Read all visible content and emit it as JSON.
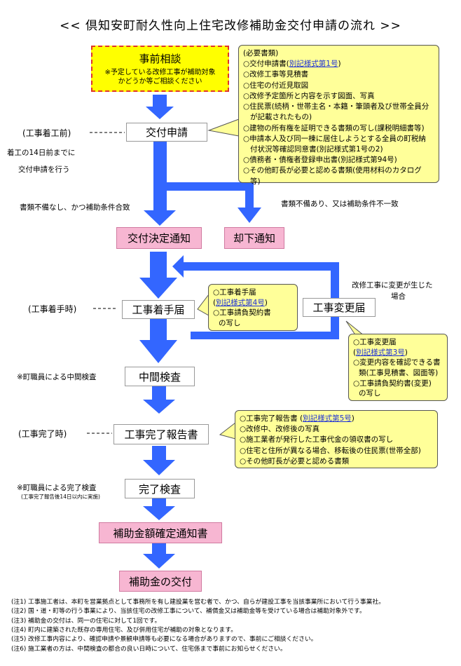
{
  "title": "<< 倶知安町耐久性向上住宅改修補助金交付申請の流れ >>",
  "colors": {
    "arrow": "#3366ff",
    "pink": "#f7b6d2",
    "yellow": "#ffff00",
    "callout": "#ffff99",
    "link": "#1c2fd6"
  },
  "steps": {
    "consult": {
      "title": "事前相談",
      "note": "※予定している改修工事が補助対象かどうか等ご相談ください"
    },
    "application": "交付申請",
    "decision": "交付決定通知",
    "rejection": "却下通知",
    "start": "工事着手届",
    "change": "工事変更届",
    "midcheck": "中間検査",
    "report": "工事完了報告書",
    "finalcheck": "完了検査",
    "confirm": "補助金額確定通知書",
    "payment": "補助金の交付"
  },
  "side_notes": {
    "before_start": "(工事着工前)",
    "deadline1": "着工の14日前までに",
    "deadline2": "交付申請を行う",
    "ok": "書類不備なし、かつ補助条件合致",
    "ng": "書類不備あり、又は補助条件不一致",
    "on_start": "(工事着手時)",
    "change_case1": "改修工事に変更が生じた",
    "change_case2": "場合",
    "mid_inspection": "※町職員による中間検査",
    "on_complete": "(工事完了時)",
    "final_inspection": "※町職員による完了検査",
    "final_inspection_sub": "(工事完了報告後14日以内に実施)"
  },
  "docs_application": {
    "heading": "(必要書類)",
    "l1a": "○交付申請書(",
    "l1b": "別記様式第1号",
    "l1c": ")",
    "l2": "○改修工事等見積書",
    "l3": "○住宅の付近見取図",
    "l4": "○改修予定箇所と内容を示す図面、写真",
    "l5": "○住民票(続柄・世帯主名・本籍・筆頭者及び世帯全員分",
    "l6": "が記載されたもの)",
    "l7": "○建物の所有権を証明できる書類の写し(課税明細書等)",
    "l8": "○申請本人及び同一棟に居住しようとする全員の町税納",
    "l9": "付状況等確認同意書(別記様式第1号の2)",
    "l10": "○債務者・債権者登録申出書(別記様式第94号)",
    "l11": "○その他町長が必要と認める書類(使用材料のカタログ",
    "l12": "等)"
  },
  "docs_start": {
    "l1": "○工事着手届",
    "l2a": "(",
    "l2b": "別記様式第4号",
    "l2c": ")",
    "l3": "○工事請負契約書",
    "l4": "の写し"
  },
  "docs_change": {
    "l1": "○工事変更届",
    "l2a": "(",
    "l2b": "別記様式第3号",
    "l2c": ")",
    "l3": "○変更内容を確認できる書",
    "l4": "類(工事見積書、図面等)",
    "l5": "○工事請負契約書(変更)",
    "l6": "の写し"
  },
  "docs_report": {
    "l1a": "○工事完了報告書 (",
    "l1b": "別記様式第5号",
    "l1c": ")",
    "l2": "○改修中、改修後の写真",
    "l3": "○施工業者が発行した工事代金の領収書の写し",
    "l4": "○住宅と住所が異なる場合、移転後の住民票(世帯全部)",
    "l5": "○その他町長が必要と認める書類"
  },
  "footnotes": [
    "(注1) 工事施工者は、本町を営業拠点として事務所を有し建設業を営む者で、かつ、自らが建設工事を当該事業所において行う事業社。",
    "(注2) 国・道・町等の行う事業により、当該住宅の改修工事について、補償金又は補助金等を受けている場合は補助対象外です。",
    "(注3) 補助金の交付は、同一の住宅に対して1回です。",
    "(注4) 町内に建築された既存の専用住宅、及び併用住宅が補助の対象となります。",
    "(注5) 改修工事内容により、確認申請や景観申請等も必要になる場合がありますので、事前にご相談ください。",
    "(注6) 施工業者の方は、中間検査の都合の良い日時について、住宅係まで事前にお知らせください。"
  ]
}
